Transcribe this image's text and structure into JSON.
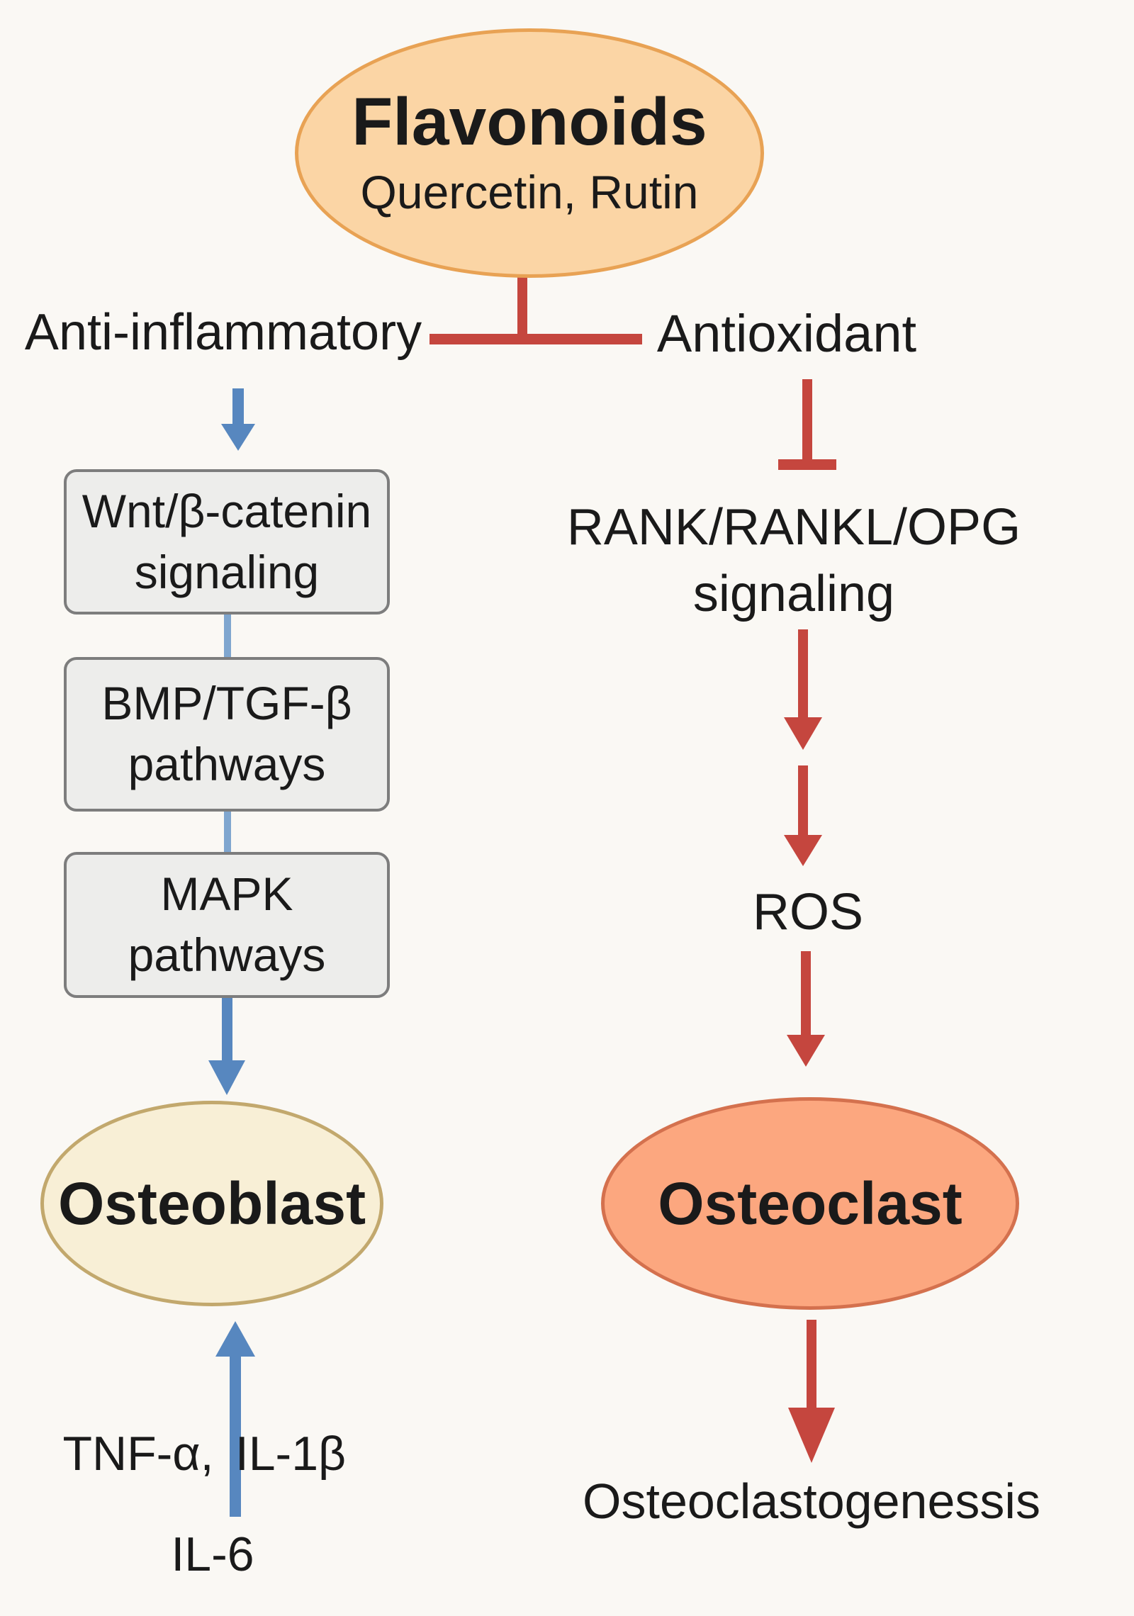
{
  "background_color": "#FAF8F4",
  "colors": {
    "inhibit_red": "#C5463E",
    "arrow_blue": "#5787BF",
    "connector_light_blue": "#7FA6CF",
    "box_fill": "#EDEDEB",
    "box_border": "#7D7D7D",
    "flavonoids_fill": "#FBD5A5",
    "flavonoids_border": "#E8A254",
    "osteoblast_fill": "#F8EFD6",
    "osteoblast_border": "#C2A86D",
    "osteoclast_fill": "#FCA77F",
    "osteoclast_border": "#D4714E",
    "text": "#1A1A1A"
  },
  "nodes": {
    "flavonoids": {
      "title": "Flavonoids",
      "subtitle": "Quercetin, Rutin"
    },
    "wnt_box": {
      "line1": "Wnt/β-catenin",
      "line2": "signaling"
    },
    "bmp_box": {
      "line1": "BMP/TGF-β",
      "line2": "pathways"
    },
    "mapk_box": {
      "line1": "MAPK",
      "line2": "pathways"
    },
    "rank": {
      "line1": "RANK/RANKL/OPG",
      "line2": "signaling"
    },
    "osteoblast": {
      "label": "Osteoblast"
    },
    "osteoclast": {
      "label": "Osteoclast"
    }
  },
  "labels": {
    "anti_inflammatory": "Anti-inflammatory",
    "antioxidant": "Antioxidant",
    "ros": "ROS",
    "osteoclastogenesis": "Osteoclastogenessis",
    "tnf_alpha": "TNF-α,",
    "il_1b": "IL-1β",
    "il_6": "IL-6"
  }
}
